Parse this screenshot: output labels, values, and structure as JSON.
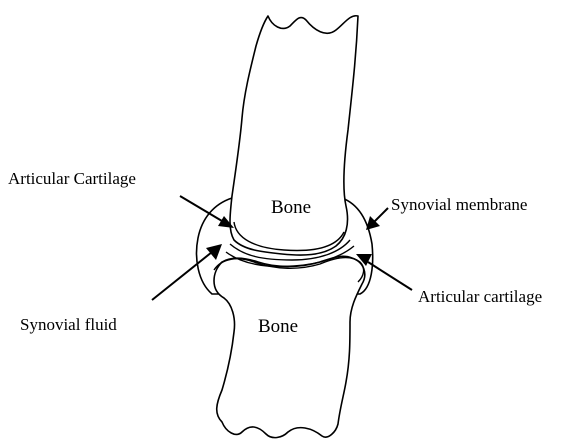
{
  "labels": {
    "articular_cartilage_upper": "Articular Cartilage",
    "synovial_membrane": "Synovial membrane",
    "synovial_fluid": "Synovial fluid",
    "articular_cartilage_lower": "Articular cartilage",
    "bone_upper": "Bone",
    "bone_lower": "Bone"
  }
}
